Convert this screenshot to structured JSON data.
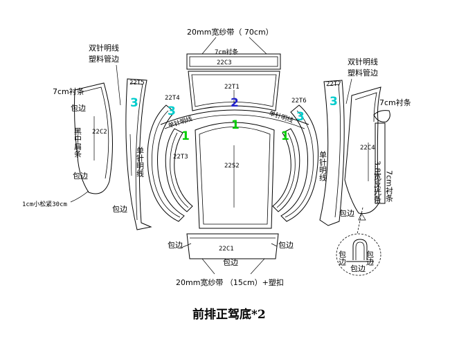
{
  "title": "前排正驾底*2",
  "colors": {
    "green": "#00cc00",
    "cyan": "#00cccc",
    "blue": "#2222cc",
    "line": "#000000"
  },
  "top": {
    "tape_label": "20mm宽纱带（ 70cm）",
    "strip_label": "7cm衬条",
    "code_c3": "22C3"
  },
  "center": {
    "code_t1": "22T1",
    "code_s2": "22S2",
    "num_2": "2",
    "num_1": "1",
    "single_needle_left": "单针明线",
    "single_needle_right": "单针明线"
  },
  "bottom": {
    "code_c1": "22C1",
    "wrap_left": "包边",
    "wrap_right": "包边",
    "wrap_bottom": "包边",
    "tape_label": "20mm宽纱带 （15cm）+塑扣"
  },
  "left": {
    "double_needle": "双针明线",
    "plastic_edge": "塑料管边",
    "code_t5": "22T5",
    "strip_label": "7cm衬条",
    "wrap_top": "包边",
    "gather_text": "黑中扁条",
    "code_c2": "22C2",
    "wrap_mid": "包边",
    "loose_label": "1cm小松紧30cm",
    "wrap_bottom": "包边",
    "code_t4": "22T4",
    "code_t3": "22T3",
    "num_3a": "3",
    "num_3b": "3",
    "num_1": "1",
    "single_needle": "单针明线"
  },
  "right": {
    "double_needle": "双针明线",
    "plastic_edge": "塑料管边",
    "code_t7": "22T7",
    "strip_label": "7cm衬条",
    "code_t6": "22T6",
    "code_c4": "22C4",
    "reflect_text": "3.8宽反光条",
    "strip_vertical": "7cm衬条",
    "single_needle": "单针明线",
    "wrap_bottom": "包边",
    "num_3a": "3",
    "num_3b": "3",
    "num_1": "1"
  },
  "detail": {
    "wrap_l": "包边",
    "wrap_r": "包边",
    "wrap_b": "包边"
  }
}
